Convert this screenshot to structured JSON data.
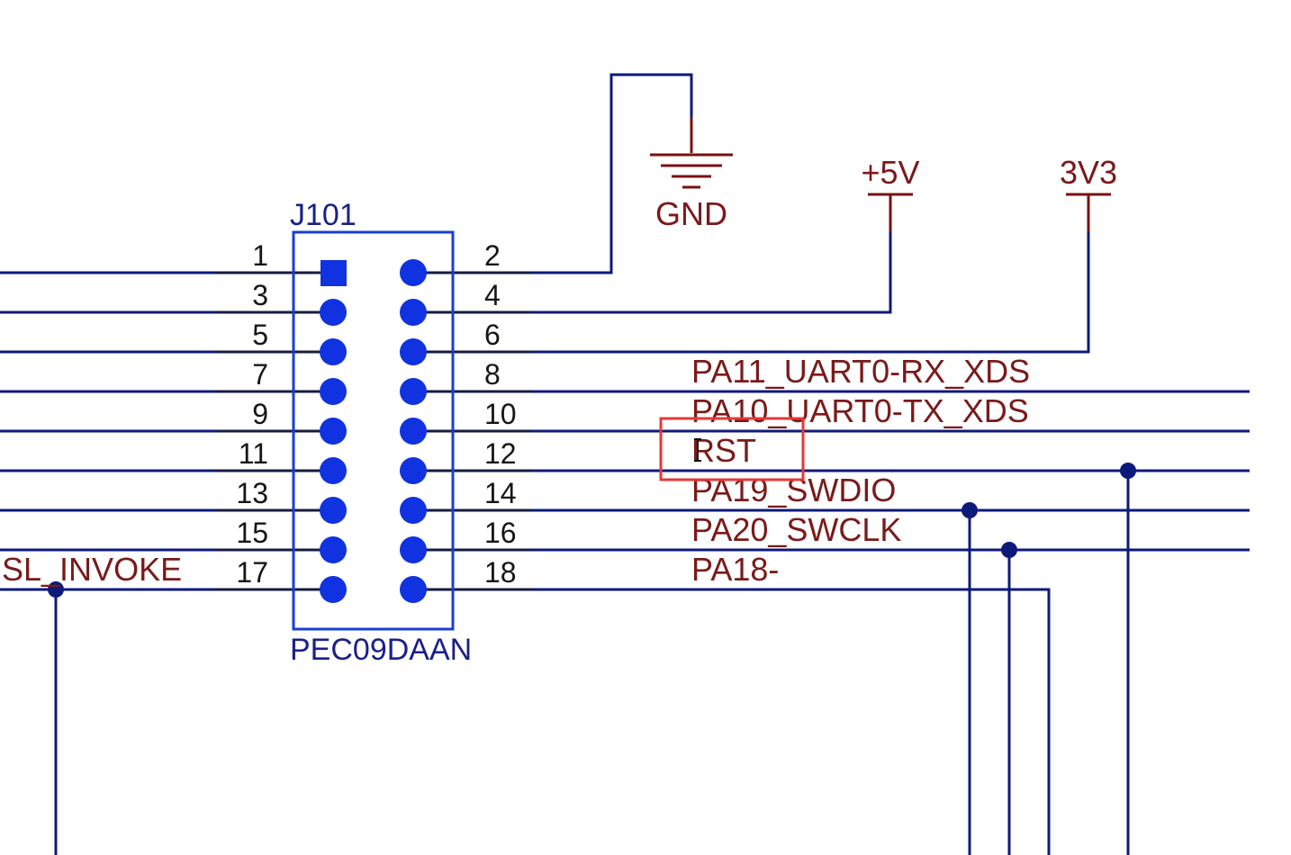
{
  "component": {
    "designator": "J101",
    "part_number": "PEC09DAAN",
    "odd_pins": [
      "1",
      "3",
      "5",
      "7",
      "9",
      "11",
      "13",
      "15",
      "17"
    ],
    "even_pins": [
      "2",
      "4",
      "6",
      "8",
      "10",
      "12",
      "14",
      "16",
      "18"
    ]
  },
  "power": {
    "gnd_label": "GND",
    "v5_label": "+5V",
    "v33_label": "3V3"
  },
  "nets": {
    "pin8": "PA11_UART0-RX_XDS",
    "pin10": "PA10_UART0-TX_XDS",
    "pin12": "RST",
    "pin14": "PA19_SWDIO",
    "pin16": "PA20_SWCLK",
    "pin18": "PA18-",
    "pin17": "SL_INVOKE"
  },
  "colors": {
    "wire": "#0d1a7a",
    "pin": "#1032e0",
    "power": "#7a1010",
    "net_label": "#7a1a1a",
    "highlight": "#e53935"
  }
}
